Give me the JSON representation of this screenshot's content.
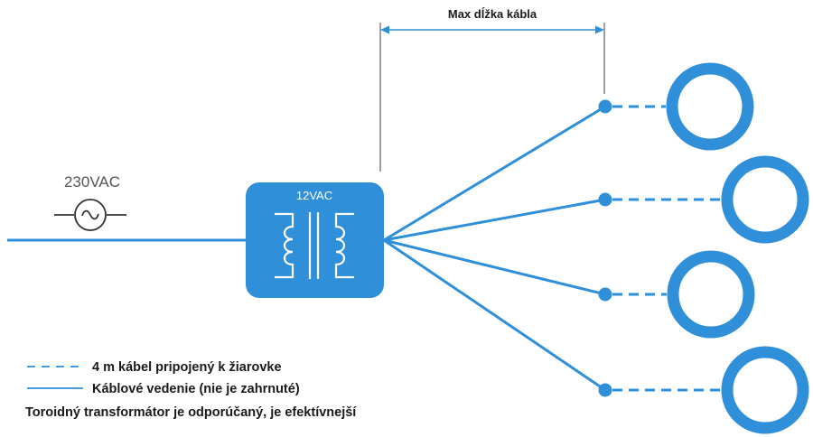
{
  "diagram": {
    "max_length_label": "Max dĺžka kábla",
    "supply_label": "230VAC",
    "transformer_label": "12VAC",
    "legend": {
      "dashed_label": "4 m kábel pripojený k žiarovke",
      "solid_label": "Káblové vedenie (nie je zahrnuté)",
      "note": "Toroidný transformátor je odporúčaný, je efektívnejší"
    },
    "lamp_count": 4,
    "colors": {
      "accent": "#2f8fd8",
      "dimension_line": "#777777",
      "text": "#1a1a1a"
    }
  }
}
